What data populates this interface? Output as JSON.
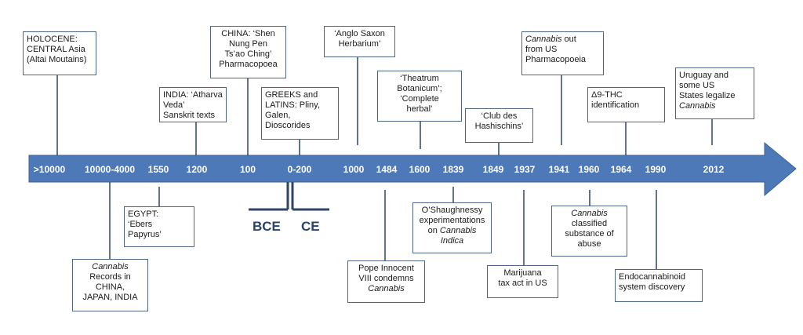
{
  "colors": {
    "arrow_fill": "#4e79b8",
    "arrow_stroke": "#3a5f95",
    "line": "#2f4466",
    "tick_text": "#ffffff",
    "era_text": "#27436f",
    "box_border": "#4f6582"
  },
  "ticks": [
    ">10000",
    "10000-4000",
    "1550",
    "1200",
    "100",
    "0-200",
    "1000",
    "1484",
    "1600",
    "1839",
    "1849",
    "1937",
    "1941",
    "1960",
    "1964",
    "1990",
    "2012"
  ],
  "eras": {
    "bce": "BCE",
    "ce": "CE"
  },
  "events_above": [
    {
      "id": "holocene",
      "lines": [
        {
          "t": "HOLOCENE:"
        },
        {
          "t": "CENTRAL  Asia"
        },
        {
          "t": "(Altai Moutains)"
        }
      ]
    },
    {
      "id": "india",
      "lines": [
        {
          "t": "INDIA: ‘Atharva"
        },
        {
          "t": "Veda’"
        },
        {
          "t": "Sanskrit texts"
        }
      ]
    },
    {
      "id": "china",
      "lines": [
        {
          "t": "CHINA: ‘Shen"
        },
        {
          "t": "Nung Pen"
        },
        {
          "t": "Ts’ao Ching’"
        },
        {
          "t": "Pharmacopoea"
        }
      ]
    },
    {
      "id": "greeks",
      "lines": [
        {
          "t": "GREEKS and"
        },
        {
          "t": "LATINS: Pliny,"
        },
        {
          "t": "Galen,"
        },
        {
          "t": "Dioscorides"
        }
      ]
    },
    {
      "id": "anglo",
      "lines": [
        {
          "t": "‘Anglo Saxon"
        },
        {
          "t": "Herbarium’"
        }
      ]
    },
    {
      "id": "theatrum",
      "lines": [
        {
          "t": "‘Theatrum"
        },
        {
          "t": "Botanicum’;"
        },
        {
          "t": "‘Complete"
        },
        {
          "t": "herbal’"
        }
      ]
    },
    {
      "id": "club",
      "lines": [
        {
          "t": "‘Club des"
        },
        {
          "t": "Hashischins’"
        }
      ]
    },
    {
      "id": "pharma_out",
      "lines": [
        {
          "t": "Cannabis out",
          "i": "Cannabis"
        },
        {
          "t": "from US"
        },
        {
          "t": "Pharmacopoeia"
        }
      ]
    },
    {
      "id": "thc",
      "lines": [
        {
          "t": "Δ9-THC"
        },
        {
          "t": "identification"
        }
      ]
    },
    {
      "id": "uruguay",
      "lines": [
        {
          "t": "Uruguay and"
        },
        {
          "t": "some US"
        },
        {
          "t": "States legalize"
        },
        {
          "t": "Cannabis",
          "i": "Cannabis"
        }
      ]
    }
  ],
  "events_below": [
    {
      "id": "records",
      "lines": [
        {
          "t": "Cannabis",
          "i": "Cannabis"
        },
        {
          "t": "Records in"
        },
        {
          "t": "CHINA,"
        },
        {
          "t": "JAPAN, INDIA"
        }
      ]
    },
    {
      "id": "egypt",
      "lines": [
        {
          "t": "EGYPT:"
        },
        {
          "t": "‘Ebers"
        },
        {
          "t": "Papyrus’"
        }
      ]
    },
    {
      "id": "pope",
      "lines": [
        {
          "t": "Pope Innocent"
        },
        {
          "t": "VIII condemns"
        },
        {
          "t": "Cannabis",
          "i": "Cannabis"
        }
      ]
    },
    {
      "id": "oshaughnessy",
      "lines": [
        {
          "t": "O’Shaughnessy"
        },
        {
          "t": "experimentations"
        },
        {
          "t": "on Cannabis",
          "i": "Cannabis"
        },
        {
          "t": "Indica",
          "i": "Indica"
        }
      ]
    },
    {
      "id": "marijuana",
      "lines": [
        {
          "t": "Marijuana"
        },
        {
          "t": "tax act in US"
        }
      ]
    },
    {
      "id": "classified",
      "lines": [
        {
          "t": "Cannabis",
          "i": "Cannabis"
        },
        {
          "t": "classified"
        },
        {
          "t": "substance of"
        },
        {
          "t": "abuse"
        }
      ]
    },
    {
      "id": "endocannabinoid",
      "lines": [
        {
          "t": "Endocannabinoid"
        },
        {
          "t": "system discovery"
        }
      ]
    }
  ]
}
